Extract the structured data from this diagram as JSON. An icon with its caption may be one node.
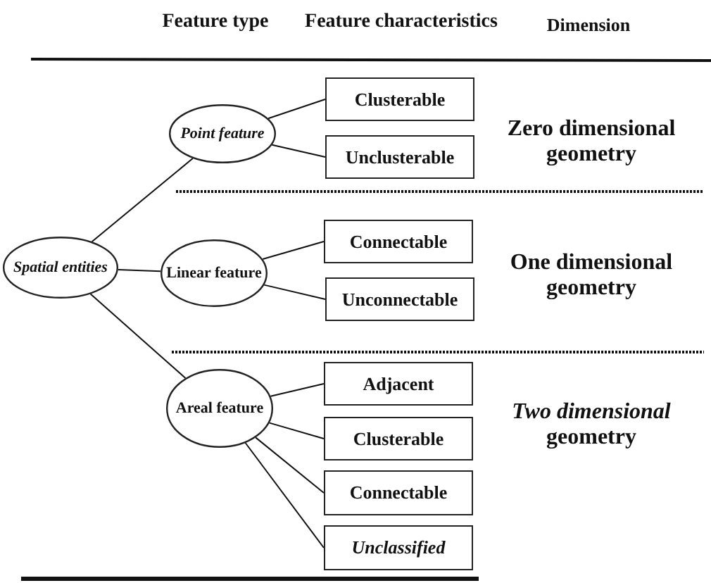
{
  "diagram": {
    "nodes": [
      {
        "text": [
          "Spatial entities"
        ]
      },
      {
        "text": [
          "Point feature"
        ]
      },
      {
        "text": [
          "Clusterable"
        ]
      },
      {
        "text": [
          "Unclusterable"
        ]
      },
      {
        "text": [
          "Linear feature"
        ]
      },
      {
        "text": [
          "Connectable"
        ]
      },
      {
        "text": [
          "Unconnectable"
        ]
      },
      {
        "text": [
          "Areal feature"
        ]
      },
      {
        "text": [
          "Adjacent"
        ]
      },
      {
        "text": [
          "Clusterable"
        ]
      },
      {
        "text": [
          "Connectable"
        ]
      },
      {
        "text": [
          "Unclassified"
        ]
      }
    ],
    "edges": [
      {
        "from": 0,
        "to": 1,
        "arrow": "none"
      },
      {
        "from": 0,
        "to": 4,
        "arrow": "none"
      },
      {
        "from": 0,
        "to": 7,
        "arrow": "none"
      },
      {
        "from": 1,
        "to": 2,
        "arrow": "none"
      },
      {
        "from": 1,
        "to": 3,
        "arrow": "none"
      },
      {
        "from": 4,
        "to": 5,
        "arrow": "none"
      },
      {
        "from": 4,
        "to": 6,
        "arrow": "none"
      },
      {
        "from": 7,
        "to": 8,
        "arrow": "none"
      },
      {
        "from": 7,
        "to": 9,
        "arrow": "none"
      },
      {
        "from": 7,
        "to": 10,
        "arrow": "none"
      },
      {
        "from": 7,
        "to": 11,
        "arrow": "none"
      }
    ],
    "labels": [
      "Feature type",
      "Feature characteristics",
      "Dimension",
      "Zero dimensional geometry",
      "One dimensional geometry",
      "*Two dimensional* geometry"
    ]
  }
}
